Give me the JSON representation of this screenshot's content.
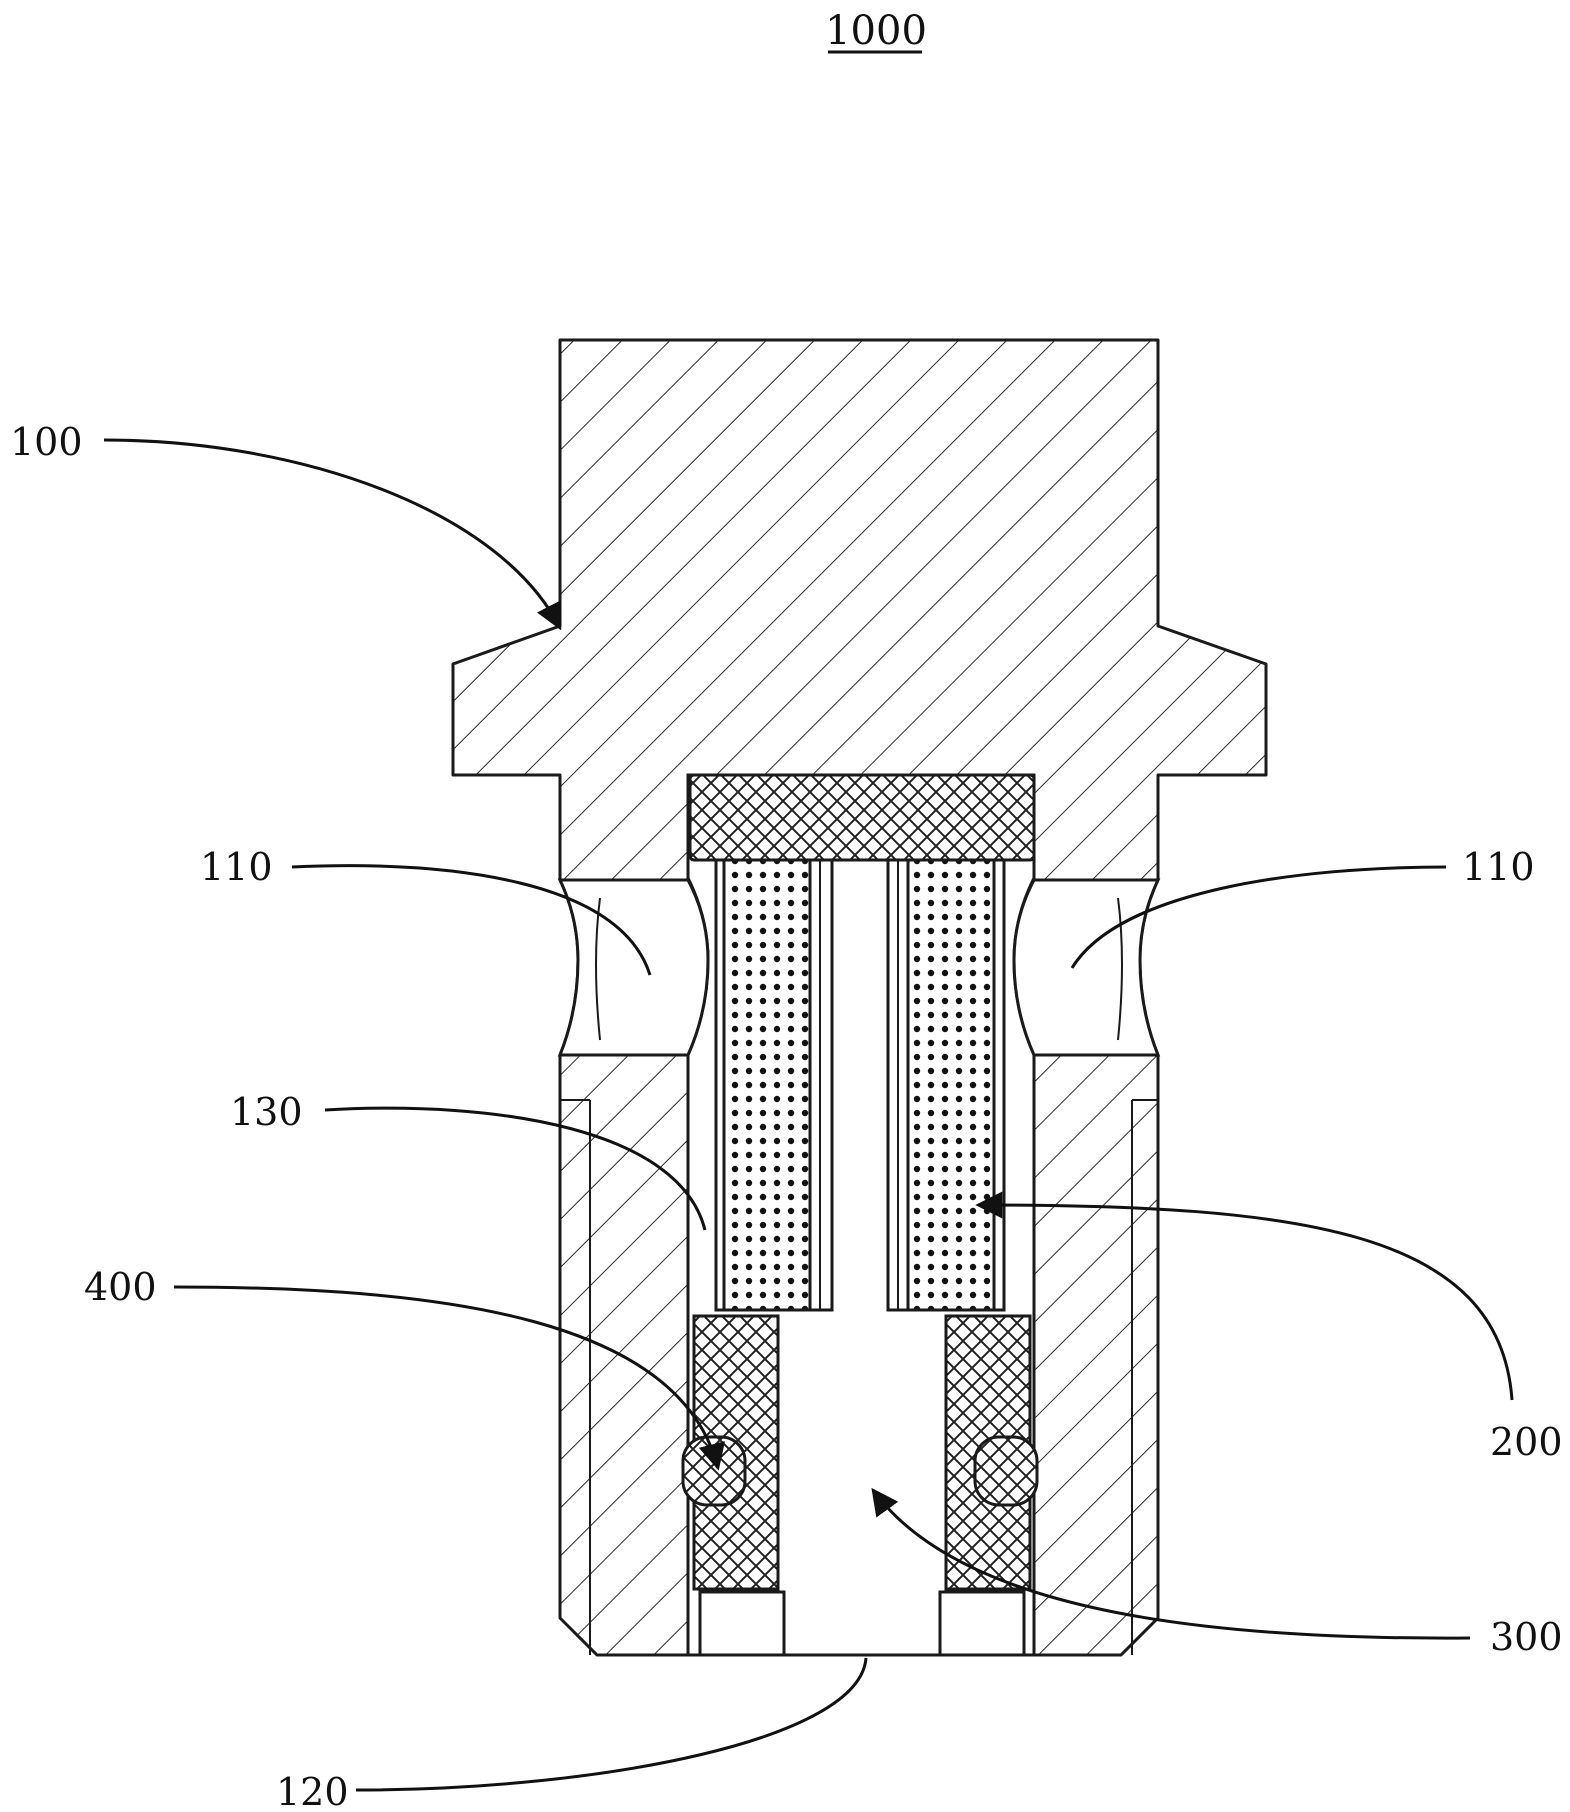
{
  "figure": {
    "title": "1000",
    "labels": {
      "l100": "100",
      "l110_left": "110",
      "l110_right": "110",
      "l130": "130",
      "l400": "400",
      "l200": "200",
      "l300": "300",
      "l120": "120"
    }
  }
}
